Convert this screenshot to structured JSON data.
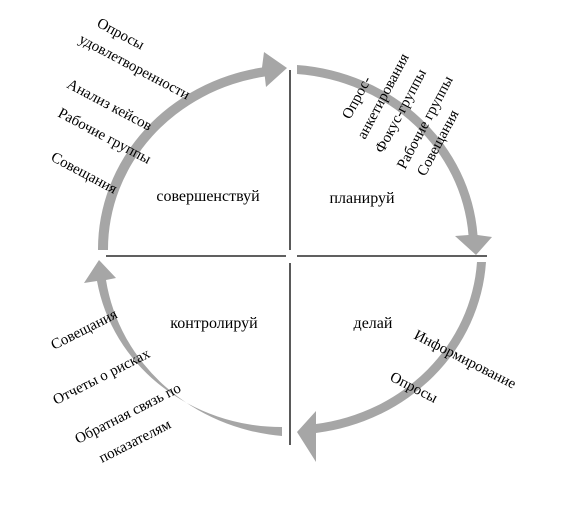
{
  "quadrants": {
    "top_left": "совершенствуй",
    "top_right": "планируй",
    "bottom_right": "делай",
    "bottom_left": "контролируй"
  },
  "labels": {
    "top_left": [
      "Опросы",
      "удовлетворенности",
      "Анализ кейсов",
      "Рабочие группы",
      "Совещания"
    ],
    "top_right": [
      "Опрос-",
      "анкетирования",
      "Фокус-группы",
      "Рабочие группы",
      "Совещания"
    ],
    "bottom_right": [
      "Информирование",
      "Опросы"
    ],
    "bottom_left": [
      "Совещания",
      "Отчеты о рисках",
      "Обратная связь по",
      "показателям"
    ]
  },
  "colors": {
    "arrow": "#a6a6a6",
    "divider": "#000000",
    "text": "#000000"
  }
}
